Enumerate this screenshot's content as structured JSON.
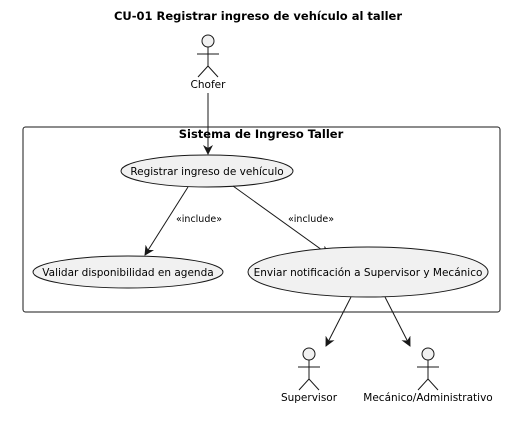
{
  "diagram": {
    "title": "CU-01 Registrar ingreso de vehículo al taller",
    "system_boundary": {
      "title": "Sistema de Ingreso Taller"
    },
    "actors": {
      "chofer": "Chofer",
      "supervisor": "Supervisor",
      "mecanico": "Mecánico/Administrativo"
    },
    "use_cases": {
      "registrar": "Registrar ingreso de vehículo",
      "validar": "Validar disponibilidad en agenda",
      "notificar": "Enviar notificación a Supervisor y Mecánico"
    },
    "relations": {
      "include_validar": "«include»",
      "include_notificar": "«include»"
    },
    "colors": {
      "ellipse_fill": "#f1f1f1",
      "stroke": "#181818",
      "background": "#ffffff"
    }
  }
}
